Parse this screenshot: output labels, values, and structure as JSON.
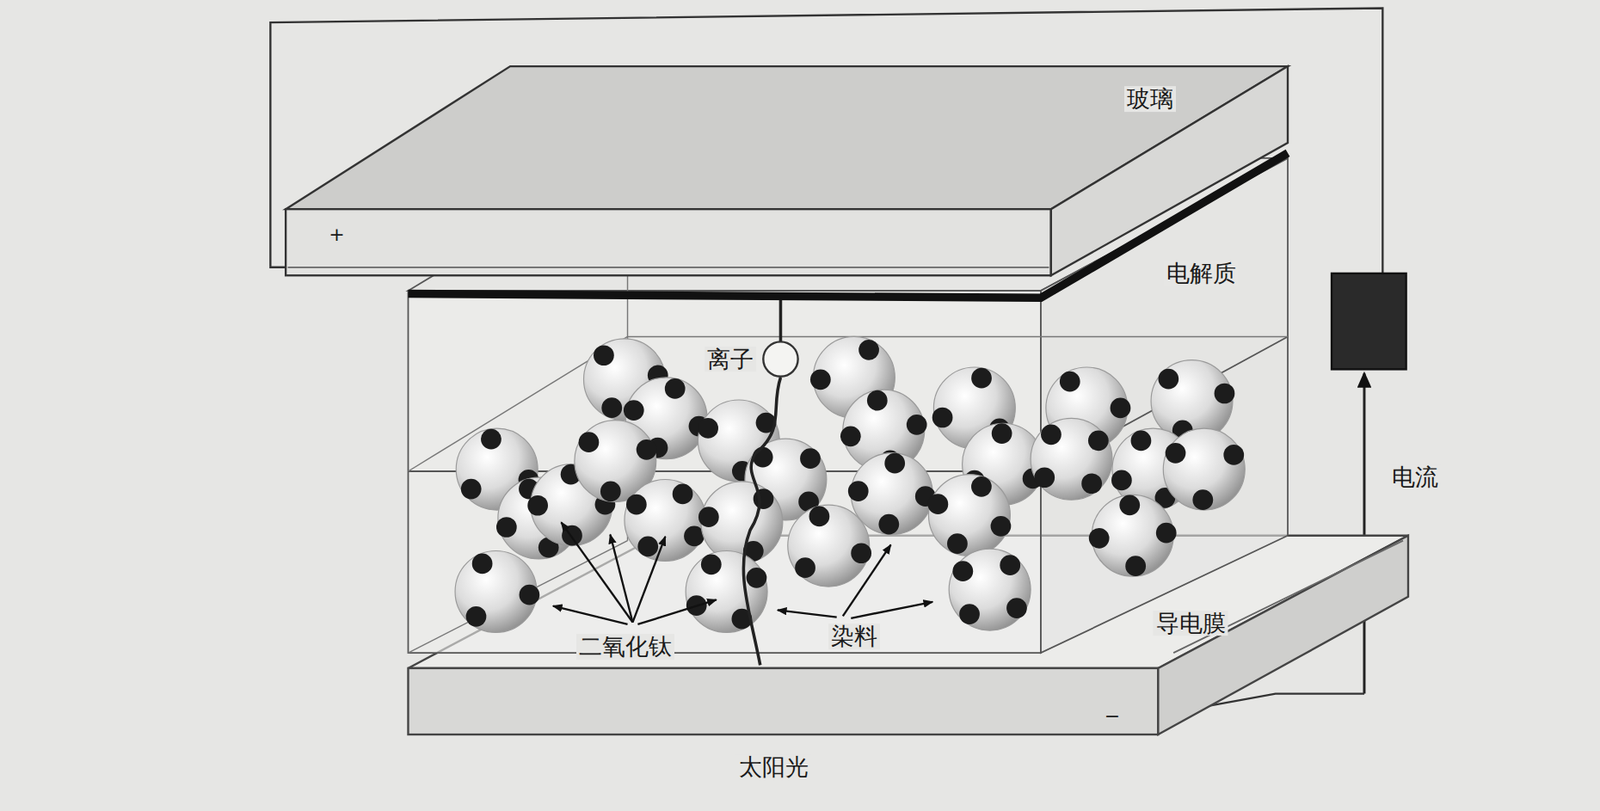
{
  "diagram": {
    "labels": [
      "玻璃",
      "+",
      "电解质",
      "离子",
      "二氧化钛",
      "染料",
      "导电膜",
      "电流",
      "−",
      "太阳光"
    ]
  }
}
